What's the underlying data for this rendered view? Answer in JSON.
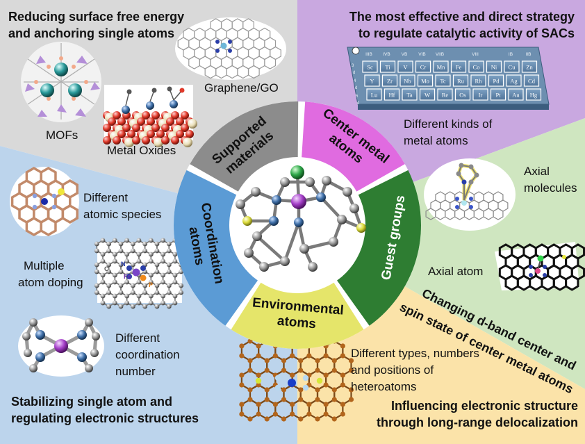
{
  "colors": {
    "gray": "#d9d9d9",
    "purple": "#c9a8e0",
    "green": "#cfe6c0",
    "yellow": "#fbe3a9",
    "blue": "#bcd4ec",
    "seg_supported": "#8c8c8c",
    "seg_center": "#e06be0",
    "seg_guest": "#2e7d32",
    "seg_env": "#e5e56a",
    "seg_coord": "#5b9bd5"
  },
  "quadrants": {
    "gray": {
      "heading_line1": "Reducing surface free energy",
      "heading_line2": "and anchoring single atoms",
      "label_graphene": "Graphene/GO",
      "label_mofs": "MOFs",
      "label_oxides": "Metal Oxides"
    },
    "purple": {
      "heading_line1": "The most effective and direct strategy",
      "heading_line2": "to regulate catalytic activity of SACs",
      "label_line1": "Different kinds of",
      "label_line2": "metal atoms",
      "periodic_elements": [
        "Sc",
        "Ti",
        "V",
        "Cr",
        "Mn",
        "Fe",
        "Co",
        "Ni",
        "Cu",
        "Zn",
        "Y",
        "Zr",
        "Nb",
        "Mo",
        "Tc",
        "Ru",
        "Rh",
        "Pd",
        "Ag",
        "Cd",
        "Lu",
        "Hf",
        "Ta",
        "W",
        "Re",
        "Os",
        "Ir",
        "Pt",
        "Au",
        "Hg"
      ],
      "periodic_groups": [
        "IIIB",
        "IVB",
        "VB",
        "VIB",
        "VIIB",
        "VIII",
        "IB",
        "IIB"
      ]
    },
    "green": {
      "label_axial_mol_line1": "Axial",
      "label_axial_mol_line2": "molecules",
      "label_axial_atom": "Axial atom",
      "heading_line1": "Changing d-band center and",
      "heading_line2": "spin state of center metal atoms"
    },
    "yellow": {
      "label_line1": "Different types, numbers",
      "label_line2": "and positions of",
      "label_line3": "heteroatoms",
      "heading_line1": "Influencing electronic structure",
      "heading_line2": "through long-range delocalization"
    },
    "blue": {
      "label_species_line1": "Different",
      "label_species_line2": "atomic species",
      "label_doping_line1": "Multiple",
      "label_doping_line2": "atom doping",
      "label_coord_line1": "Different",
      "label_coord_line2": "coordination",
      "label_coord_line3": "number",
      "doping_atoms": {
        "n": "N",
        "fe": "Fe",
        "c": "C",
        "p": "P"
      },
      "heading_line1": "Stabilizing single atom and",
      "heading_line2": "regulating electronic structures"
    }
  },
  "ring": {
    "supported_line1": "Supported",
    "supported_line2": "materials",
    "center_line1": "Center metal",
    "center_line2": "atoms",
    "guest": "Guest groups",
    "env_line1": "Environmental",
    "env_line2": "atoms",
    "coord_line1": "Coordination",
    "coord_line2": "atoms"
  }
}
